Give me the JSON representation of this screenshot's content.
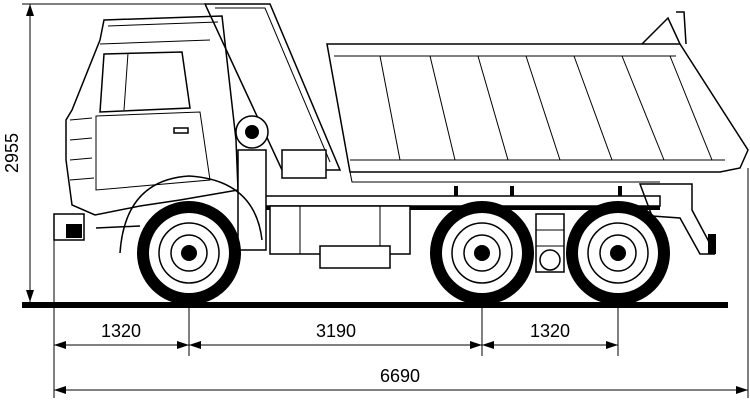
{
  "dimensions": {
    "height": "2955",
    "front_overhang": "1320",
    "wheelbase_front": "3190",
    "rear_axle_spacing": "1320",
    "overall_length": "6690"
  }
}
